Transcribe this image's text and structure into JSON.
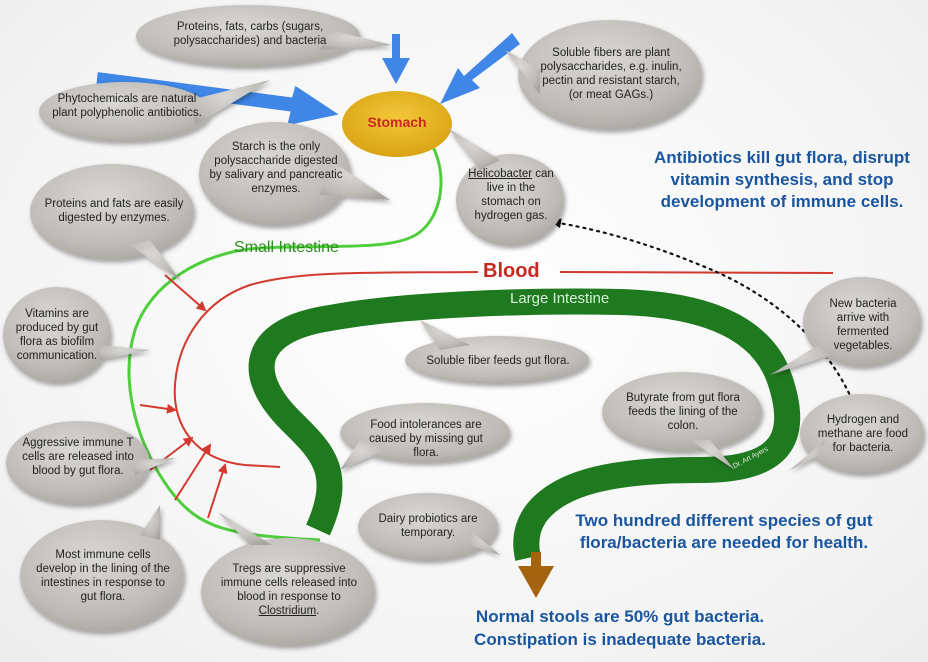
{
  "stomach_label": "Stomach",
  "small_intestine_label": "Small Intestine",
  "large_intestine_label": "Large Intestine",
  "blood_label": "Blood",
  "signature": "Dr. Art Ayers",
  "bubbles": {
    "foods": "Proteins, fats, carbs (sugars, polysaccharides) and bacteria",
    "soluble_fibers": "Soluble fibers are plant polysaccharides, e.g. inulin, pectin and resistant starch, (or meat GAGs.)",
    "phytochemicals": "Phytochemicals are natural plant polyphenolic antibiotics.",
    "starch": "Starch is the only polysaccharide digested by salivary and pancreatic enzymes.",
    "helicobacter_name": "Helicobacter",
    "helicobacter_rest": "can live in the stomach on hydrogen gas.",
    "proteins_fats": "Proteins and fats are easily digested by enzymes.",
    "vitamins": "Vitamins are produced by gut flora as biofilm communication.",
    "soluble_fiber_feeds": "Soluble fiber feeds gut flora.",
    "new_bacteria": "New bacteria arrive with fermented vegetables.",
    "butyrate": "Butyrate from gut flora feeds the lining of the colon.",
    "hydrogen": "Hydrogen and methane are food for bacteria.",
    "food_intolerances": "Food intolerances are caused by missing gut flora.",
    "aggressive": "Aggressive immune T cells are released into blood by gut flora.",
    "dairy": "Dairy probiotics are temporary.",
    "most_immune": "Most immune cells develop in the lining of the intestines in response to gut flora.",
    "tregs_main": "Tregs are suppressive immune cells released into blood in response to",
    "tregs_clostridium": "Clostridium",
    "tregs_end": "."
  },
  "headlines": {
    "antibiotics": "Antibiotics kill gut flora, disrupt vitamin synthesis, and stop development of immune cells.",
    "two_hundred": "Two hundred different species of gut flora/bacteria are needed for health.",
    "normal_stools": "Normal stools are 50% gut bacteria.",
    "constipation": "Constipation is inadequate bacteria."
  },
  "colors": {
    "arrow_blue": "#3f86e6",
    "stomach_yellow": "#e8b51c",
    "stomach_text_red": "#c8281e",
    "blood_red": "#d23a30",
    "large_intestine_green": "#1f7a1f",
    "small_intestine_green": "#4fce3c",
    "headline_blue": "#1a55a0",
    "stool_brown": "#a5620f"
  }
}
